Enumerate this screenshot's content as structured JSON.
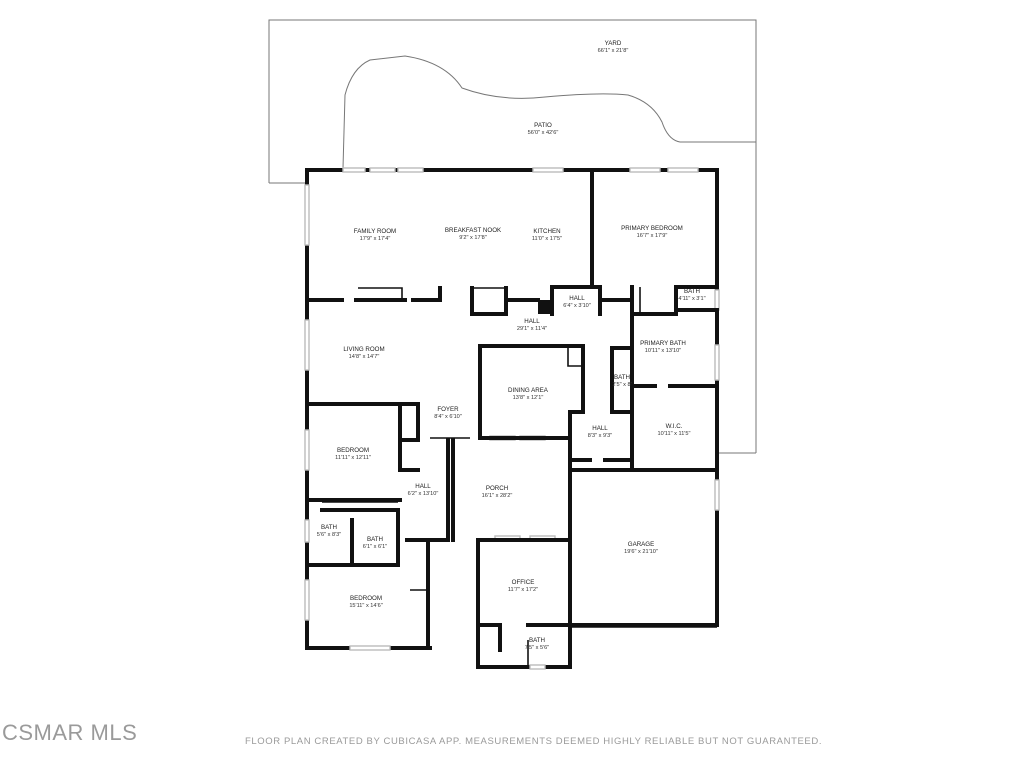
{
  "rooms": [
    {
      "id": "yard",
      "name": "YARD",
      "dims": "66'1\" x 21'8\""
    },
    {
      "id": "patio",
      "name": "PATIO",
      "dims": "56'0\" x 42'6\""
    },
    {
      "id": "family-room",
      "name": "FAMILY ROOM",
      "dims": "17'9\" x 17'4\""
    },
    {
      "id": "breakfast-nook",
      "name": "BREAKFAST NOOK",
      "dims": "9'2\" x 17'8\""
    },
    {
      "id": "kitchen",
      "name": "KITCHEN",
      "dims": "11'0\" x 17'5\""
    },
    {
      "id": "primary-bedroom",
      "name": "PRIMARY BEDROOM",
      "dims": "16'7\" x 17'9\""
    },
    {
      "id": "hall-1",
      "name": "HALL",
      "dims": "6'4\" x 3'10\""
    },
    {
      "id": "bath-1",
      "name": "BATH",
      "dims": "4'11\" x 3'1\""
    },
    {
      "id": "hall-2",
      "name": "HALL",
      "dims": "29'1\" x 11'4\""
    },
    {
      "id": "living-room",
      "name": "LIVING ROOM",
      "dims": "14'8\" x 14'7\""
    },
    {
      "id": "primary-bath",
      "name": "PRIMARY BATH",
      "dims": "10'11\" x 13'10\""
    },
    {
      "id": "dining-area",
      "name": "DINING AREA",
      "dims": "13'8\" x 12'1\""
    },
    {
      "id": "bath-2",
      "name": "BATH",
      "dims": "2'5\" x 8'"
    },
    {
      "id": "foyer",
      "name": "FOYER",
      "dims": "8'4\" x 6'10\""
    },
    {
      "id": "hall-3",
      "name": "HALL",
      "dims": "8'3\" x 9'3\""
    },
    {
      "id": "wic",
      "name": "W.I.C.",
      "dims": "10'11\" x 11'5\""
    },
    {
      "id": "bedroom-1",
      "name": "BEDROOM",
      "dims": "11'11\" x 12'11\""
    },
    {
      "id": "hall-4",
      "name": "HALL",
      "dims": "6'2\" x 13'10\""
    },
    {
      "id": "porch",
      "name": "PORCH",
      "dims": "16'1\" x 28'2\""
    },
    {
      "id": "bath-3",
      "name": "BATH",
      "dims": "5'6\" x 8'3\""
    },
    {
      "id": "bath-4",
      "name": "BATH",
      "dims": "6'1\" x 6'1\""
    },
    {
      "id": "garage",
      "name": "GARAGE",
      "dims": "19'6\" x 21'10\""
    },
    {
      "id": "office",
      "name": "OFFICE",
      "dims": "11'7\" x 17'2\""
    },
    {
      "id": "bedroom-2",
      "name": "BEDROOM",
      "dims": "15'11\" x 14'6\""
    },
    {
      "id": "bath-5",
      "name": "BATH",
      "dims": "7'5\" x 5'6\""
    }
  ],
  "footer_note": "FLOOR PLAN CREATED BY CUBICASA APP. MEASUREMENTS DEEMED HIGHLY RELIABLE BUT NOT GUARANTEED.",
  "watermark": "CSMAR MLS",
  "colors": {
    "wall": "#111111",
    "outline": "#777777",
    "window": "#bbbbbb",
    "footer": "#9a9a9a"
  }
}
